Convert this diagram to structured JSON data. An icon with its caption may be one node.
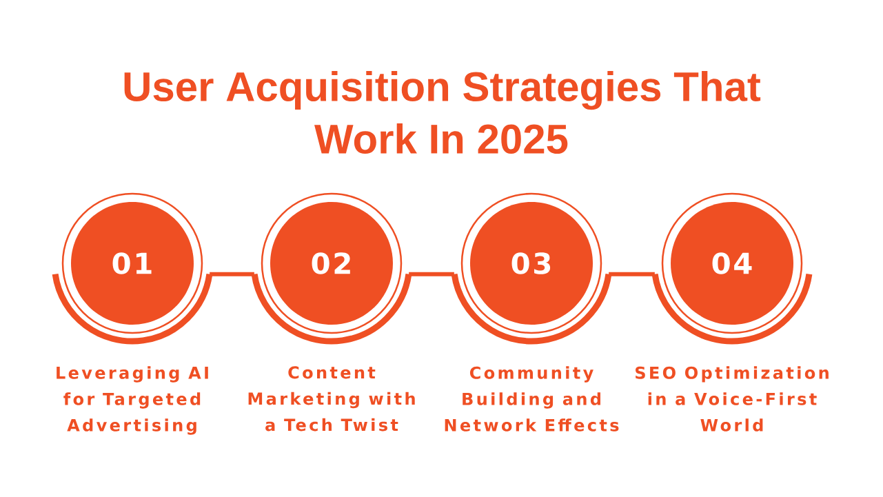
{
  "diagram": {
    "title": "User Acquisition Strategies That Work In 2025",
    "nodes": [
      {
        "text": [
          "01"
        ],
        "beside": [
          "Leveraging AI for Targeted Advertising"
        ]
      },
      {
        "text": [
          "02"
        ],
        "beside": [
          "Content Marketing with a Tech Twist"
        ]
      },
      {
        "text": [
          "03"
        ],
        "beside": [
          "Community Building and Network Effects"
        ]
      },
      {
        "text": [
          "04"
        ],
        "beside": [
          "SEO Optimization in a Voice-First World"
        ]
      }
    ],
    "edges": [
      {
        "from": 0,
        "to": 1,
        "arrow": "none"
      },
      {
        "from": 1,
        "to": 2,
        "arrow": "none"
      },
      {
        "from": 2,
        "to": 3,
        "arrow": "none"
      }
    ]
  }
}
